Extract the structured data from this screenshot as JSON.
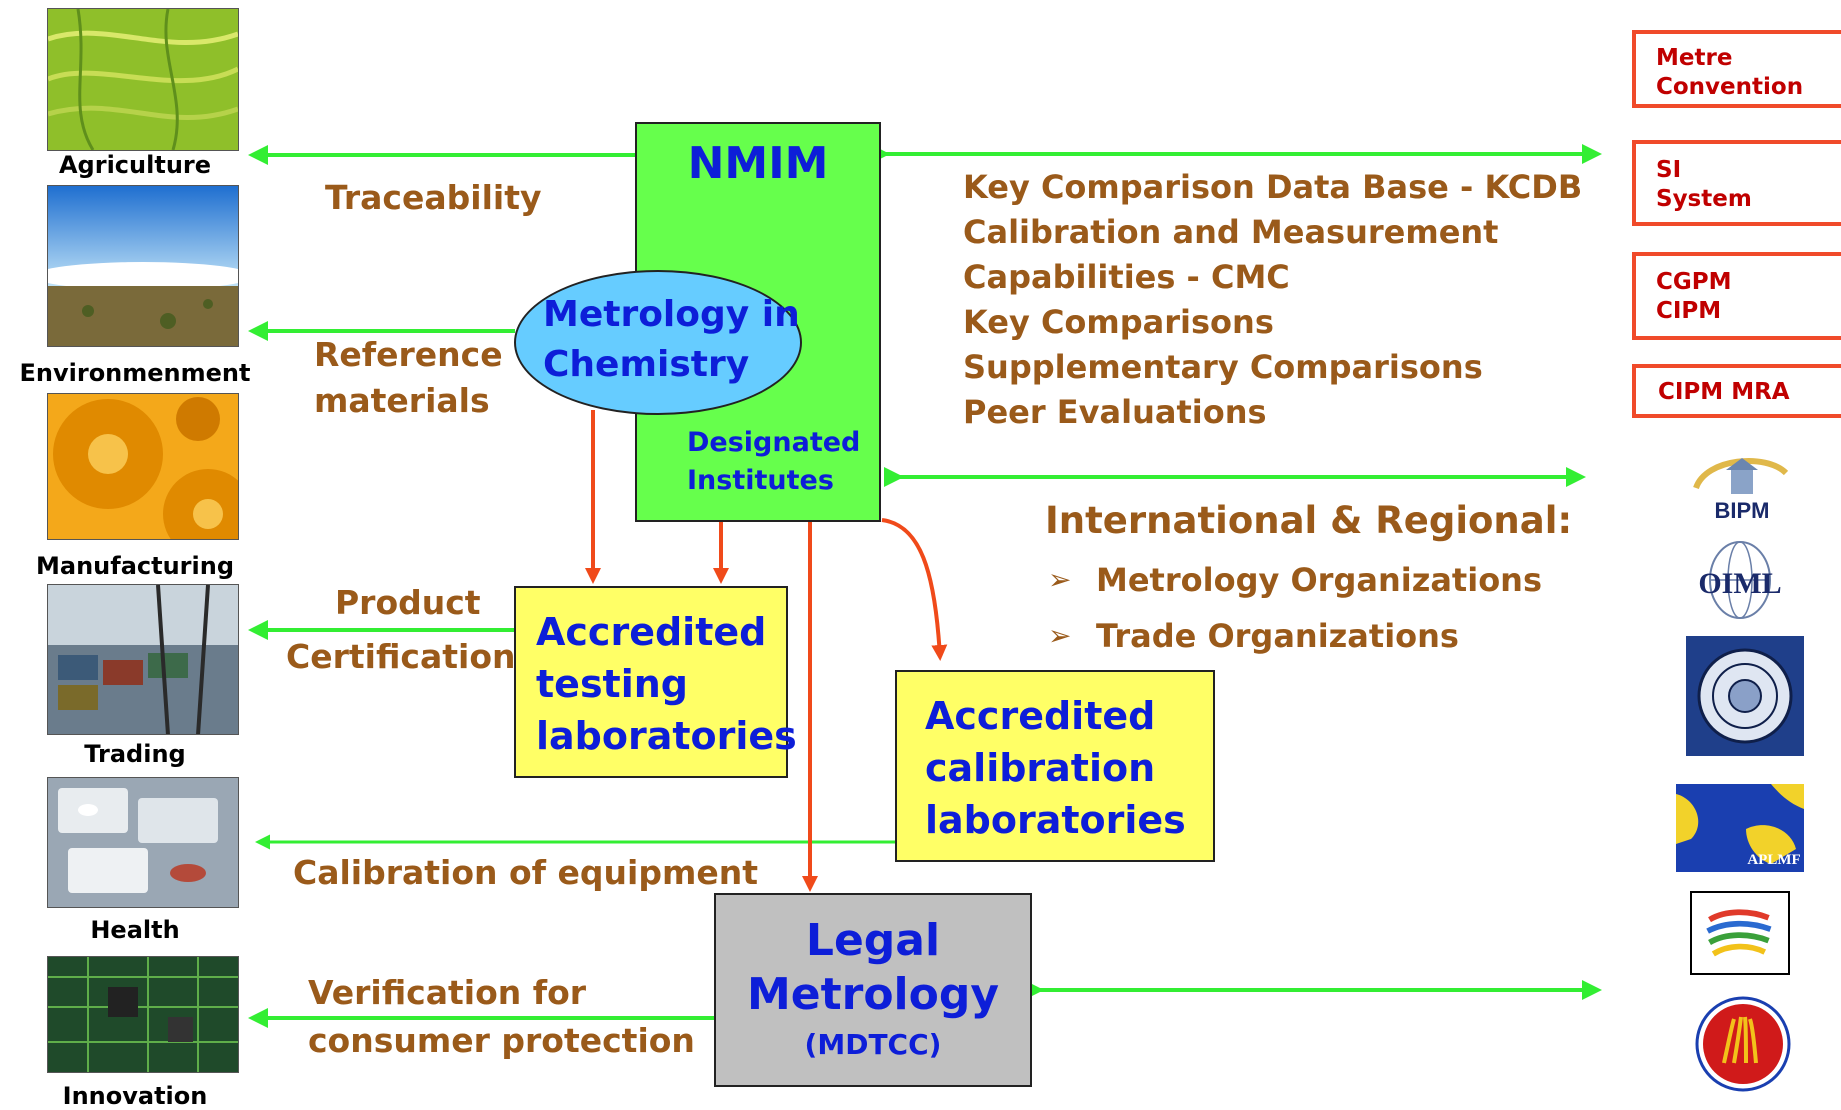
{
  "sectors": [
    {
      "key": "agriculture",
      "label": "Agriculture"
    },
    {
      "key": "environment",
      "label": "Environmenment"
    },
    {
      "key": "manufacturing",
      "label": "Manufacturing"
    },
    {
      "key": "trading",
      "label": "Trading"
    },
    {
      "key": "health",
      "label": "Health"
    },
    {
      "key": "innovation",
      "label": "Innovation"
    }
  ],
  "flows": {
    "traceability": "Traceability",
    "reference_line1": "Reference",
    "reference_line2": "materials",
    "product_line1": "Product",
    "product_line2": "Certification",
    "calibration_equipment": "Calibration of equipment",
    "verification_line1": "Verification for",
    "verification_line2": "consumer protection"
  },
  "nmim": {
    "title": "NMIM",
    "mic_line1": "Metrology in",
    "mic_line2": "Chemistry",
    "di_line1": "Designated",
    "di_line2": "Institutes"
  },
  "testing": {
    "line1": "Accredited",
    "line2": "testing",
    "line3": "laboratories"
  },
  "calibration": {
    "line1": "Accredited",
    "line2": "calibration",
    "line3": "laboratories"
  },
  "legal": {
    "line1": "Legal",
    "line2": "Metrology",
    "line3": "(MDTCC)"
  },
  "kcdb_items": [
    "Key Comparison Data Base - KCDB",
    "Calibration and Measurement",
    "Capabilities - CMC",
    "Key Comparisons",
    "Supplementary Comparisons",
    "Peer Evaluations"
  ],
  "international": {
    "heading": "International & Regional:",
    "bullet1": "Metrology Organizations",
    "bullet2": "Trade Organizations"
  },
  "right_boxes": {
    "metre_line1": "Metre",
    "metre_line2": "Convention",
    "si_line1": "SI",
    "si_line2": "System",
    "cgpm_line1": "CGPM",
    "cgpm_line2": "CIPM",
    "mra": "CIPM MRA"
  },
  "logos": {
    "bipm": "BIPM",
    "oiml": "OIML",
    "aplmf": "APLMF"
  },
  "colors": {
    "green_arrow": "#33ee33",
    "red_arrow": "#f04a1a",
    "brown_text": "#9a5a1a",
    "blue_text": "#0d1ed8",
    "nmim_green": "#66ff4c",
    "lab_yellow": "#ffff66",
    "legal_grey": "#c0c0c0",
    "ellipse_blue": "#66ccff",
    "red_border": "#f04a2a"
  }
}
